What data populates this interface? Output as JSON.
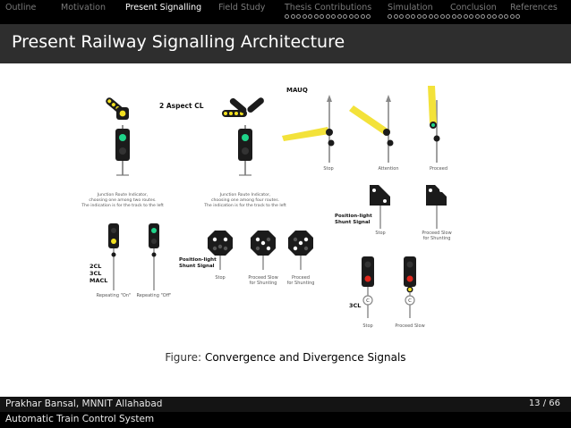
{
  "nav": {
    "items": [
      {
        "label": "Outline",
        "active": false
      },
      {
        "label": "Motivation",
        "active": false
      },
      {
        "label": "Present Signalling",
        "active": true
      },
      {
        "label": "Field Study",
        "active": false
      },
      {
        "label": "Thesis Contributions",
        "active": false,
        "progress_dots": 15
      },
      {
        "label": "Simulation",
        "active": false,
        "progress_dots": 23
      },
      {
        "label": "Conclusion",
        "active": false
      },
      {
        "label": "References",
        "active": false
      }
    ]
  },
  "frame_title": "Present Railway Signalling Architecture",
  "figure": {
    "labels": {
      "two_aspect": "2 Aspect CL",
      "mauq": "MAUQ",
      "jri_left_1": "Junction Route Indicator,",
      "jri_left_2": "choosing one among two routes.",
      "jri_left_3": "The indication is for the track to the left",
      "jri_right_1": "Junction Route Indicator,",
      "jri_right_2": "choosing one among four routes.",
      "jri_right_3": "The indication is for the track to the left",
      "stop": "Stop",
      "attention": "Attention",
      "proceed": "Proceed",
      "cl_2": "2CL",
      "cl_3": "3CL",
      "macl": "MACL",
      "repeating_on": "Repeating \"On\"",
      "repeating_off": "Repeating \"Off\"",
      "pos_light_1": "Position-light",
      "pos_light_2": "Shunt Signal",
      "pl_stop": "Stop",
      "pl_slow_1": "Proceed Slow",
      "pl_slow_2": "for Shunting",
      "pl_proceed_1": "Proceed",
      "pl_proceed_2": "for Shunting",
      "pl_right_1": "Position-light",
      "pl_right_2": "Shunt Signal",
      "plr_stop": "Stop",
      "plr_slow_1": "Proceed Slow",
      "plr_slow_2": "for Shunting",
      "cl3_right": "3CL",
      "calling_on": "C",
      "cl3_stop": "Stop",
      "cl3_slow": "Proceed Slow"
    }
  },
  "caption": {
    "label": "Figure:",
    "text": "Convergence and Divergence Signals"
  },
  "footer": {
    "author": "Prakhar Bansal, MNNIT Allahabad",
    "page": "13 / 66",
    "short_title": "Automatic Train Control System"
  },
  "colors": {
    "signal_green": "#1fd48a",
    "signal_yellow": "#f2e020",
    "signal_red": "#e0261c",
    "arm_yellow": "#f3e23a",
    "title_bar": "#2e2e2e"
  }
}
